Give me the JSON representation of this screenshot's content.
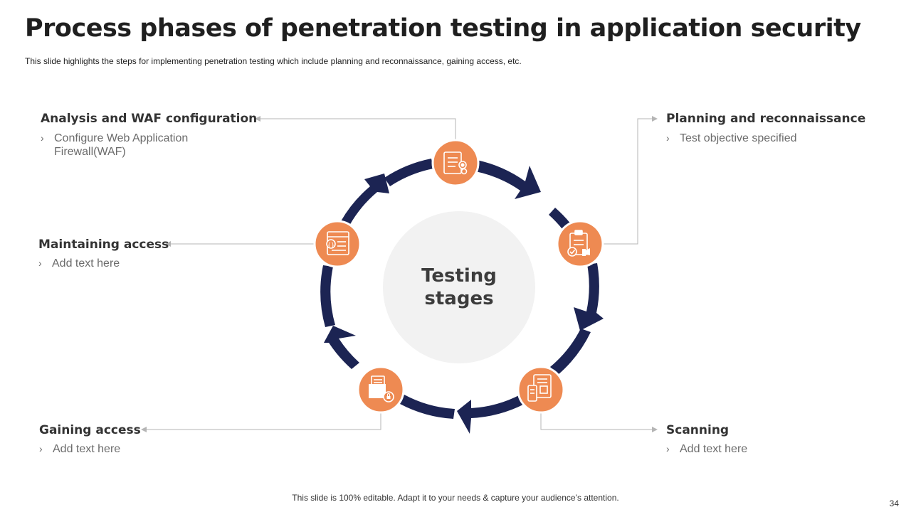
{
  "slide": {
    "title": "Process phases of penetration testing in application security",
    "subtitle": "This slide highlights the steps for implementing penetration testing which include planning and reconnaissance, gaining access, etc.",
    "center_label_line1": "Testing",
    "center_label_line2": "stages",
    "footer": "This slide is 100% editable. Adapt it to your needs & capture your audience’s attention.",
    "page_number": "34"
  },
  "phases": {
    "analysis": {
      "title": "Analysis and WAF configuration",
      "bullet": "Configure Web Application Firewall(WAF)",
      "icon": "settings-document-icon"
    },
    "planning": {
      "title": "Planning and reconnaissance",
      "bullet": "Test objective specified",
      "icon": "clipboard-approval-icon"
    },
    "maintaining": {
      "title": "Maintaining access",
      "bullet": "Add text here",
      "icon": "web-code-icon"
    },
    "gaining": {
      "title": "Gaining access",
      "bullet": "Add text here",
      "icon": "secure-folder-icon"
    },
    "scanning": {
      "title": "Scanning",
      "bullet": "Add text here",
      "icon": "document-scan-icon"
    }
  },
  "colors": {
    "ring": "#1c2453",
    "node": "#ee8a52",
    "center": "#f2f2f2",
    "connector": "#b5b5b5"
  }
}
